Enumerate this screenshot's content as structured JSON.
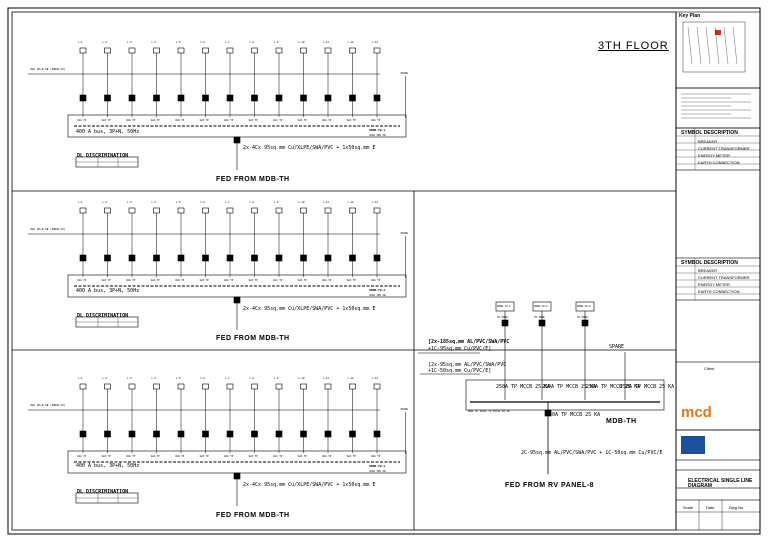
{
  "key_plan": {
    "title": "Key Plan"
  },
  "floor_title": "3TH FLOOR",
  "panels": [
    {
      "feed_label": "FED FROM MDB-TH",
      "bus_note": "400 A bus, 3P+N, 50Hz",
      "cable_note": "2x-4Cx 95sq.mm Cu/XLPE/SWA/PVC + 1x50sq.mm E",
      "load_table": "DL DISCRIMINATION",
      "outgoing_count": 13
    },
    {
      "feed_label": "FED FROM MDB-TH",
      "bus_note": "400 A bus, 3P+N, 50Hz",
      "cable_note": "2x-4Cx 95sq.mm Cu/XLPE/SWA/PVC + 1x50sq.mm E",
      "load_table": "DL DISCRIMINATION",
      "outgoing_count": 13
    },
    {
      "feed_label": "FED FROM MDB-TH",
      "bus_note": "400 A bus, 3P+N, 50Hz",
      "cable_note": "2x-4Cx 95sq.mm Cu/XLPE/SWA/PVC + 1x50sq.mm E",
      "load_table": "DL DISCRIMINATION",
      "outgoing_count": 13
    }
  ],
  "mdb": {
    "feed_label": "FED FROM RV PANEL-8",
    "name": "MDB-TH",
    "spare": "SPARE",
    "breakers": [
      "250A TP MCCB 25 KA",
      "250A TP MCCB 25 KA",
      "250A TP MCCB 25 KA",
      "250A TP MCCB 25 KA"
    ],
    "incomer": "250A TP MCCB 25 KA",
    "cable_top_1": "[2x-185sq.mm AL/PVC/SWA/PVC",
    "cable_top_2": "+1C-95sq.mm Cu/PVC/E]",
    "cable_mid_1": "[2x-95sq.mm AL/PVC/SWA/PVC",
    "cable_mid_2": "+1C-50sq.mm Cu/PVC/E]",
    "cable_bottom": "2C-95sq.mm AL/PVC/SWA/PVC + 1C-50sq.mm Cu/PVC/E"
  },
  "title_block": {
    "legend_header": "SYMBOL   DESCRIPTION",
    "legend_rows": [
      "BREAKER",
      "CURRENT TRANSFORMER",
      "ENERGY METER",
      "EARTH CONNECTION"
    ],
    "legend_header_2": "SYMBOL   DESCRIPTION",
    "legend_rows_2": [
      "BREAKER",
      "CURRENT TRANSFORMER",
      "ENERGY METER",
      "EARTH CONNECTION"
    ],
    "client_label": "Client",
    "consultant_label": "mcd",
    "drawing_title": "ELECTRICAL SINGLE LINE DIAGRAM",
    "scale_label": "Scale",
    "date_label": "Date",
    "dwg_label": "Dwg No."
  },
  "colors": {
    "line": "#000000",
    "accent": "#d62b2b",
    "logo_orange": "#e8731c",
    "logo_blue": "#1c4f9c"
  }
}
